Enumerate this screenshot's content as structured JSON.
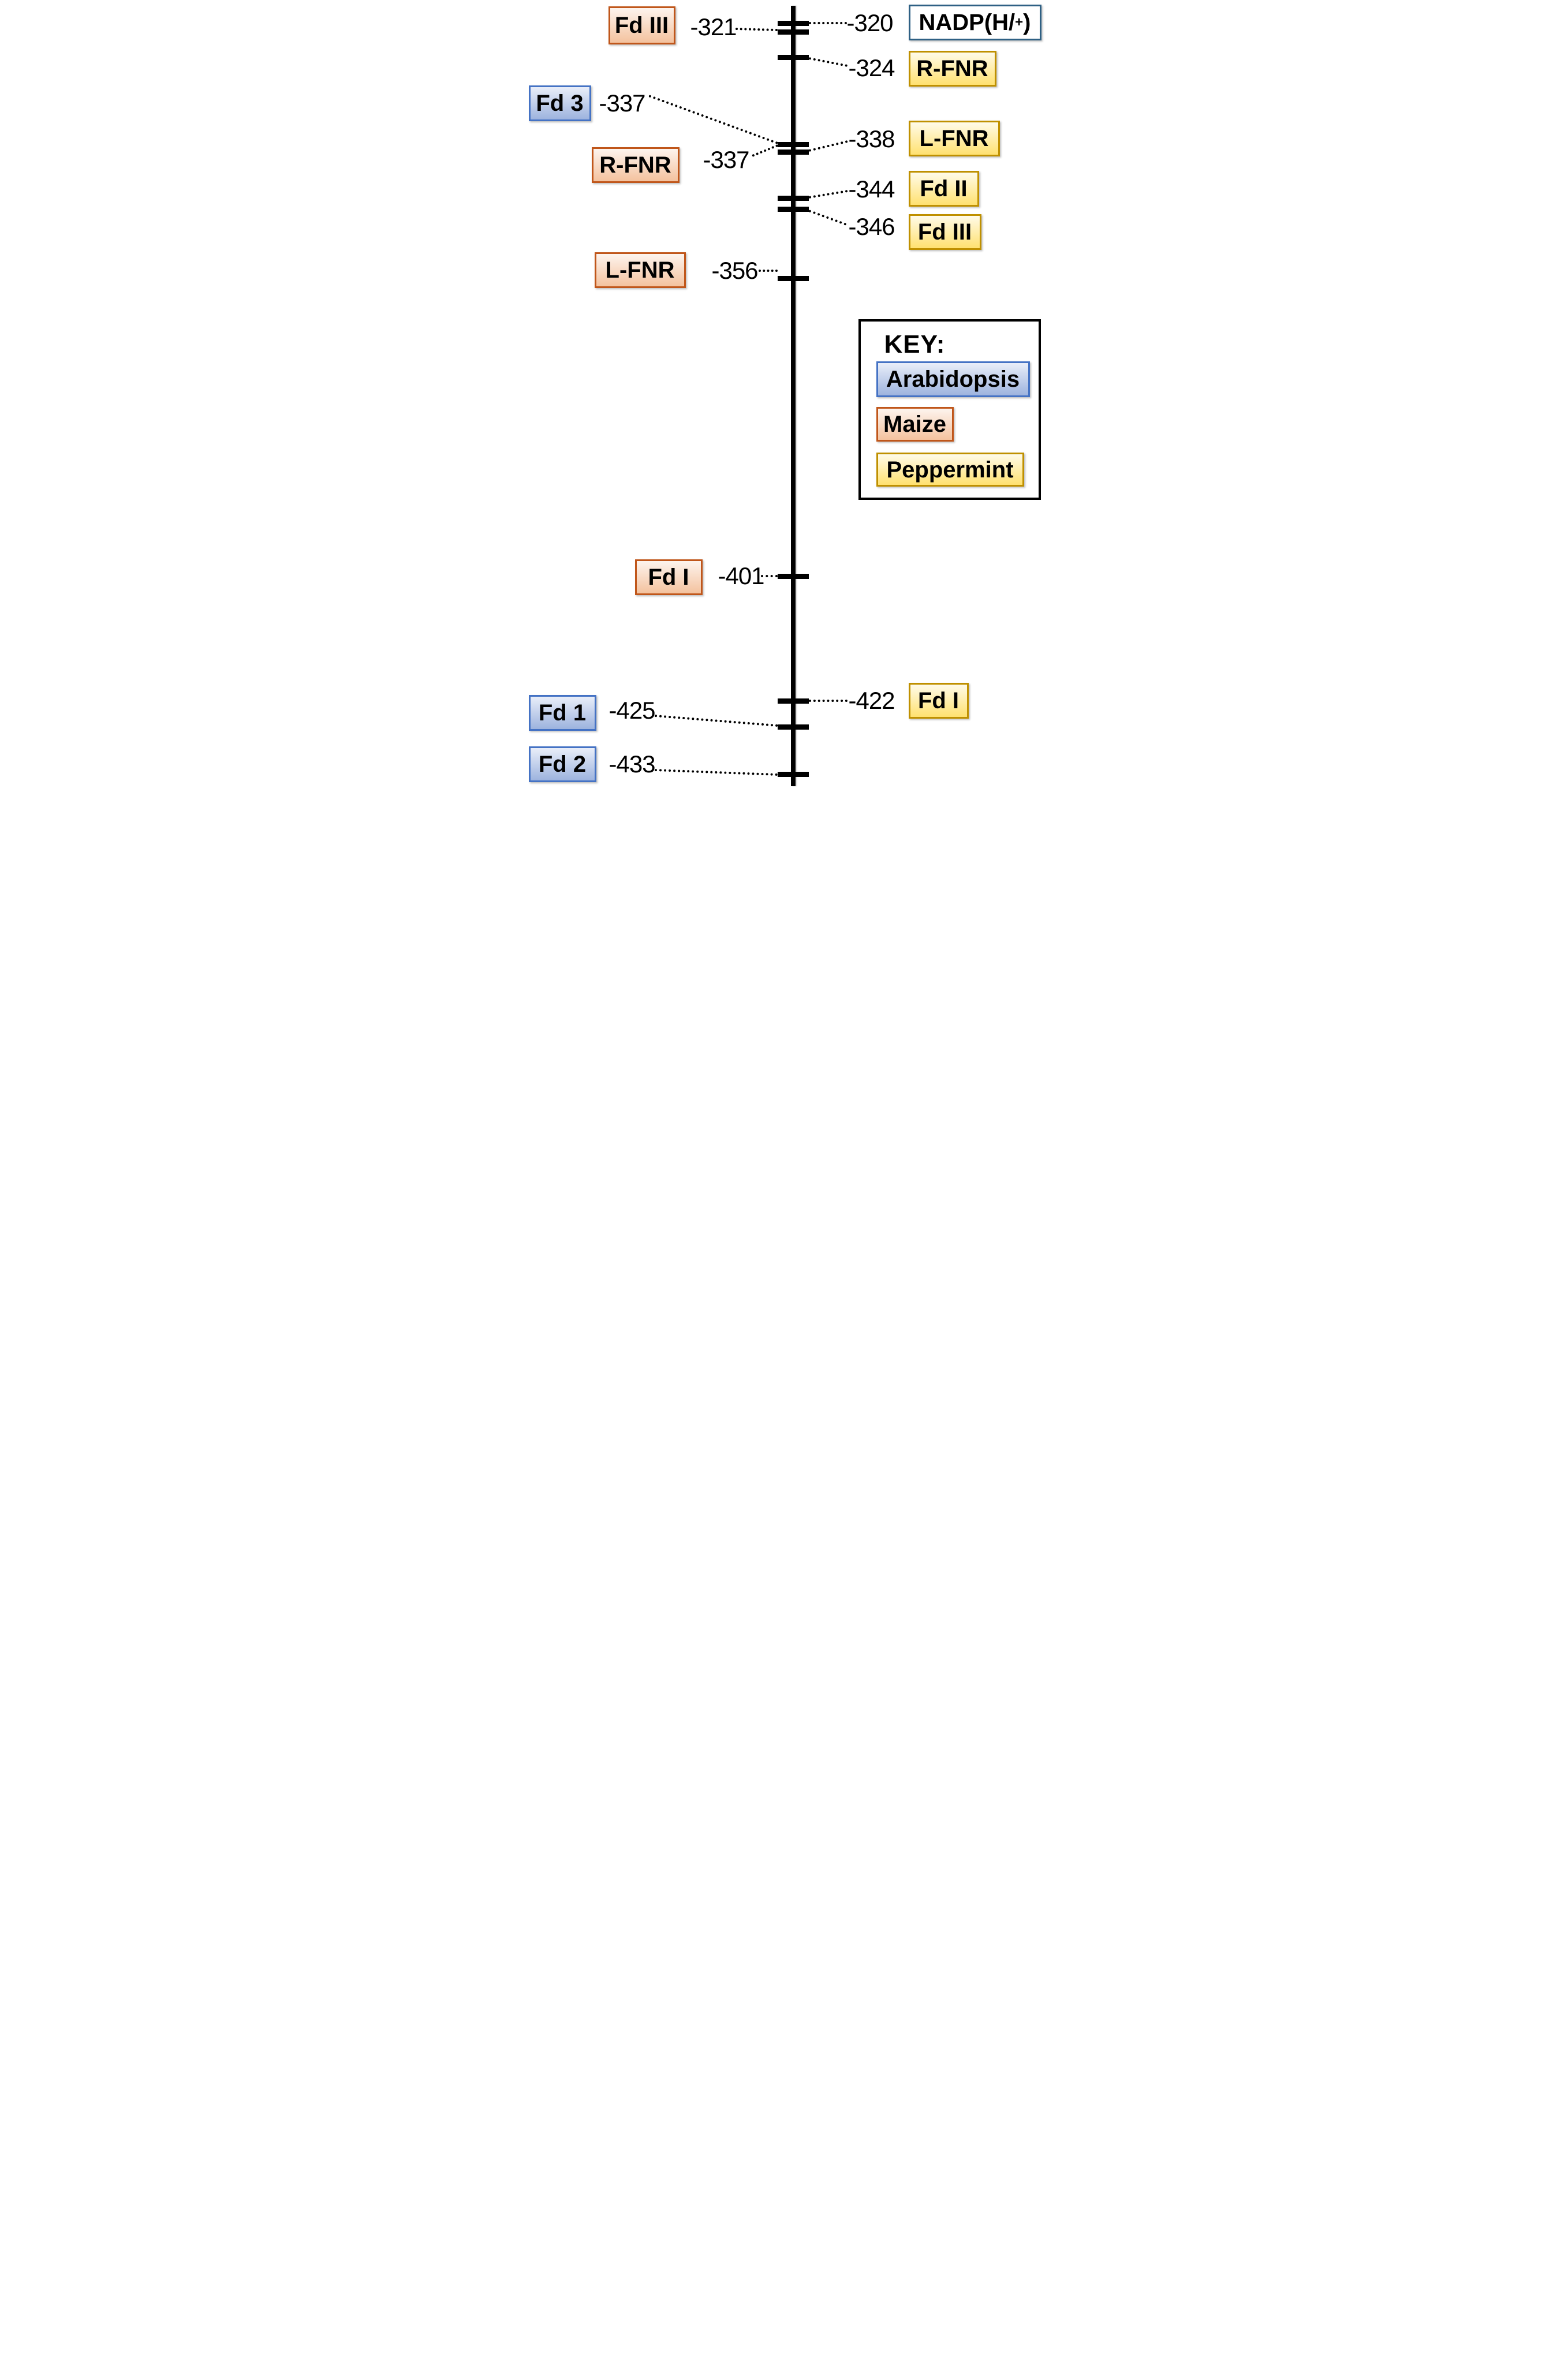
{
  "page": {
    "background": "#ffffff"
  },
  "key": {
    "title": "KEY:",
    "entries": [
      {
        "id": "arabidopsis",
        "label": "Arabidopsis",
        "species": "arabidopsis"
      },
      {
        "id": "maize",
        "label": "Maize",
        "species": "maize"
      },
      {
        "id": "peppermint",
        "label": "Peppermint",
        "species": "peppermint"
      }
    ]
  },
  "colors": {
    "arabidopsis": {
      "border": "#4472c4",
      "light": "#e9eef9",
      "dark": "#9db3de"
    },
    "maize": {
      "border": "#c0561a",
      "light": "#fdf4ee",
      "dark": "#f4c29e"
    },
    "peppermint": {
      "border": "#bf9000",
      "light": "#fffbe9",
      "dark": "#ffe170"
    },
    "nadp": {
      "border": "#2e6084",
      "background": "#ffffff"
    },
    "line": "#000000"
  },
  "entries": [
    {
      "id": "maize-fdIII",
      "side": "left",
      "species": "maize",
      "label": "Fd III",
      "value": "-321"
    },
    {
      "id": "arab-fd3",
      "side": "left",
      "species": "arabidopsis",
      "label": "Fd 3",
      "value": "-337"
    },
    {
      "id": "maize-rfnr",
      "side": "left",
      "species": "maize",
      "label": "R-FNR",
      "value": "-337"
    },
    {
      "id": "maize-lfnr",
      "side": "left",
      "species": "maize",
      "label": "L-FNR",
      "value": "-356"
    },
    {
      "id": "maize-fdI",
      "side": "left",
      "species": "maize",
      "label": "Fd I",
      "value": "-401"
    },
    {
      "id": "arab-fd1",
      "side": "left",
      "species": "arabidopsis",
      "label": "Fd 1",
      "value": "-425"
    },
    {
      "id": "arab-fd2",
      "side": "left",
      "species": "arabidopsis",
      "label": "Fd 2",
      "value": "-433"
    },
    {
      "id": "pep-nadp",
      "side": "right",
      "species": "nadp",
      "label": "NADP(H/+)",
      "label_parts": {
        "base": "NADP(H/",
        "sup": "+",
        "end": ")"
      },
      "value": "-320"
    },
    {
      "id": "pep-rfnr",
      "side": "right",
      "species": "peppermint",
      "label": "R-FNR",
      "value": "-324"
    },
    {
      "id": "pep-lfnr",
      "side": "right",
      "species": "peppermint",
      "label": "L-FNR",
      "value": "-338"
    },
    {
      "id": "pep-fdII",
      "side": "right",
      "species": "peppermint",
      "label": "Fd II",
      "value": "-344"
    },
    {
      "id": "pep-fdIII",
      "side": "right",
      "species": "peppermint",
      "label": "Fd III",
      "value": "-346"
    },
    {
      "id": "pep-fdI",
      "side": "right",
      "species": "peppermint",
      "label": "Fd I",
      "value": "-422"
    }
  ]
}
